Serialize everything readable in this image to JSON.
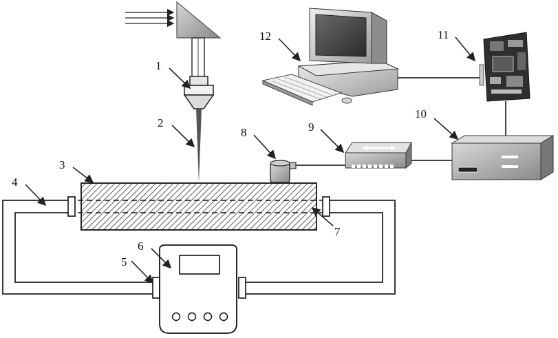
{
  "diagram": {
    "callouts": [
      {
        "id": "1",
        "label": "1"
      },
      {
        "id": "2",
        "label": "2"
      },
      {
        "id": "3",
        "label": "3"
      },
      {
        "id": "4",
        "label": "4"
      },
      {
        "id": "5",
        "label": "5"
      },
      {
        "id": "6",
        "label": "6"
      },
      {
        "id": "7",
        "label": "7"
      },
      {
        "id": "8",
        "label": "8"
      },
      {
        "id": "9",
        "label": "9"
      },
      {
        "id": "10",
        "label": "10"
      },
      {
        "id": "11",
        "label": "11"
      },
      {
        "id": "12",
        "label": "12"
      }
    ],
    "components": {
      "prism": "mirror-prism",
      "lens": "focusing-lens",
      "beam": "laser-beam",
      "workpiece": "workpiece-block",
      "pipe": "coolant-pipe",
      "connector": "pipe-connector",
      "flow_meter": "flow-meter",
      "channel": "internal-channel",
      "sensor": "sensor",
      "switch": "network-switch",
      "box": "control-box",
      "board": "circuit-board",
      "computer": "desktop-computer"
    }
  }
}
